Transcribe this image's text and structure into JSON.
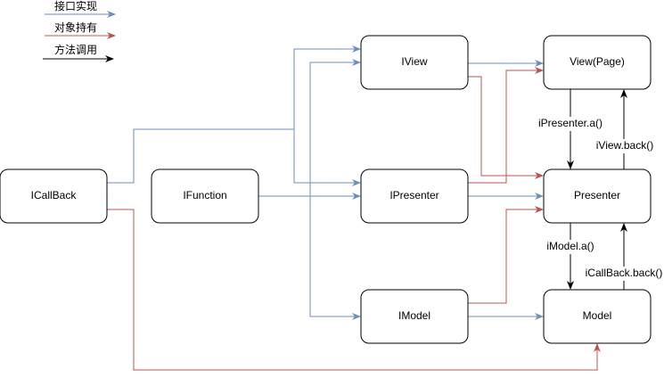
{
  "legend": {
    "interface_impl": "接口实现",
    "object_hold": "对象持有",
    "method_call": "方法调用"
  },
  "colors": {
    "interface_impl": "#6c8ebf",
    "object_hold": "#b85450",
    "method_call": "#000000"
  },
  "nodes": {
    "icallback": "ICallBack",
    "ifunction": "IFunction",
    "iview": "IView",
    "ipresenter": "IPresenter",
    "imodel": "IModel",
    "view": "View(Page)",
    "presenter": "Presenter",
    "model": "Model"
  },
  "edge_labels": {
    "ipresenter_a": "iPresenter.a()",
    "iview_back": "iView.back()",
    "imodel_a": "iModel.a()",
    "icallback_back": "iCallBack.back()"
  }
}
